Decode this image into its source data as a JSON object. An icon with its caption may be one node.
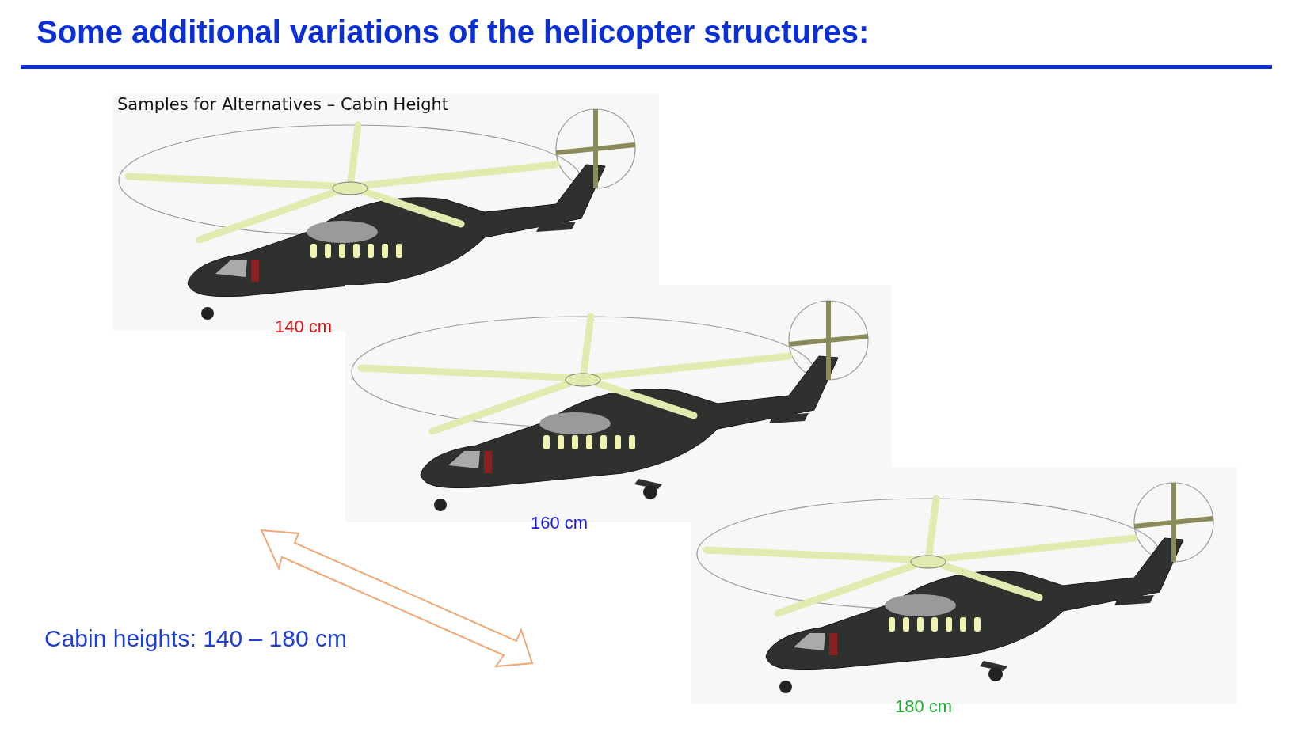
{
  "diagram": {
    "title": "Some additional variations of the helicopter structures:",
    "labels": [
      "Samples for Alternatives – Cabin Height",
      "140 cm",
      "160 cm",
      "Cabin heights: 140 – 180 cm",
      "180 cm"
    ]
  }
}
